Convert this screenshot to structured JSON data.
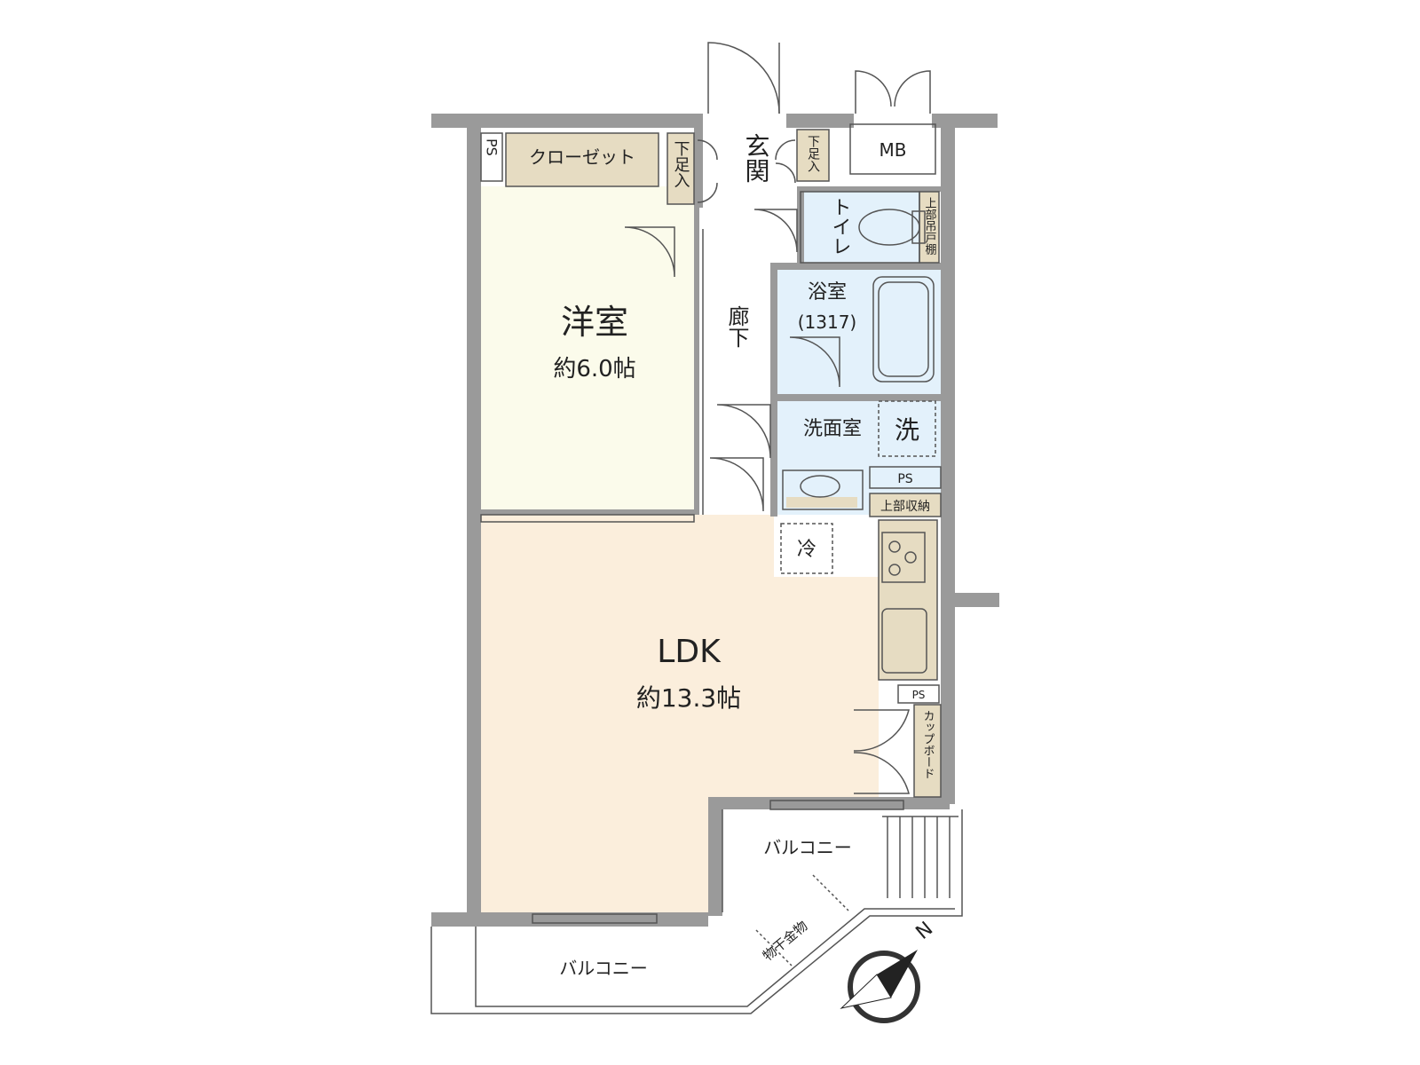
{
  "colors": {
    "wall": "#9a9a9a",
    "western_room": "#fbfbeb",
    "ldk": "#fbeedc",
    "wet_area": "#e3f1fb",
    "storage": "#e6dcc2",
    "corridor": "#ffffff",
    "line": "#555555"
  },
  "rooms": {
    "western": {
      "name": "洋室",
      "size": "約6.0帖"
    },
    "ldk": {
      "name": "LDK",
      "size": "約13.3帖"
    },
    "entrance": {
      "name": "玄関"
    },
    "corridor": {
      "name": "廊下"
    },
    "toilet": {
      "name": "トイレ"
    },
    "bath": {
      "name": "浴室",
      "size": "(1317)"
    },
    "washroom": {
      "name": "洗面室"
    }
  },
  "labels": {
    "closet": "クローゼット",
    "ps_top": "PS",
    "ps_wash": "PS",
    "ps_kitchen": "PS",
    "shoebox_left": "下足入",
    "shoebox_right": "下足入",
    "mb": "MB",
    "upper_shelf": "上部吊戸棚",
    "upper_storage": "上部収納",
    "washer": "洗",
    "fridge": "冷",
    "cupboard": "カップボード",
    "balcony_right": "バルコニー",
    "balcony_bottom": "バルコニー",
    "drying_hardware": "物干金物",
    "north": "N"
  }
}
